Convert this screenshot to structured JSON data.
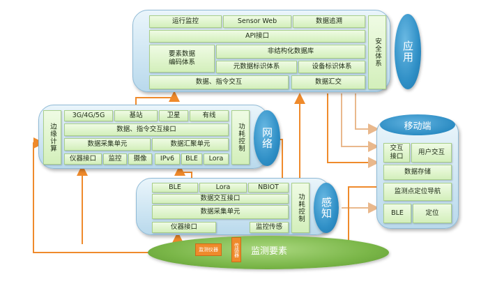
{
  "app": {
    "row1": [
      "运行监控",
      "Sensor Web",
      "数据追溯"
    ],
    "api": "API接口",
    "encoding": "要素数据\n编码体系",
    "unstructured": "非结构化数据库",
    "meta": "元数据标识体系",
    "device_id": "设备标识体系",
    "interact": "数据、指令交互",
    "aggregate": "数据汇交",
    "security": "安全体系",
    "label": "应用"
  },
  "network": {
    "edge": "边缘计算",
    "row1": [
      "3G/4G/5G",
      "基站",
      "卫星",
      "有线"
    ],
    "interface": "数据、指令交互接口",
    "collect": "数据采集单元",
    "aggregate": "数据汇聚单元",
    "row4": [
      "仪器接口",
      "监控",
      "摄像",
      "IPv6",
      "BLE",
      "Lora"
    ],
    "power": "功耗控制",
    "label": "网络"
  },
  "sensing": {
    "row1": [
      "BLE",
      "Lora",
      "NBIOT"
    ],
    "interface": "数据交互接口",
    "collect": "数据采集单元",
    "instrument": "仪器接口",
    "monitor": "监控传感",
    "power": "功耗控制",
    "label": "感知"
  },
  "mobile": {
    "title": "移动端",
    "interface": "交互接口",
    "user": "用户交互",
    "storage": "数据存储",
    "nav": "监测点定位导航",
    "ble": "BLE",
    "locate": "定位"
  },
  "ground": {
    "label": "监测要素",
    "instrument_tag": "监测仪器",
    "sensor_tag": "传感器"
  },
  "colors": {
    "panel": "#cfe6f3",
    "box": "#d3efbb",
    "oval": "#2f8fc6",
    "arrow": "#ef8a2b",
    "ground": "#7ab648"
  }
}
